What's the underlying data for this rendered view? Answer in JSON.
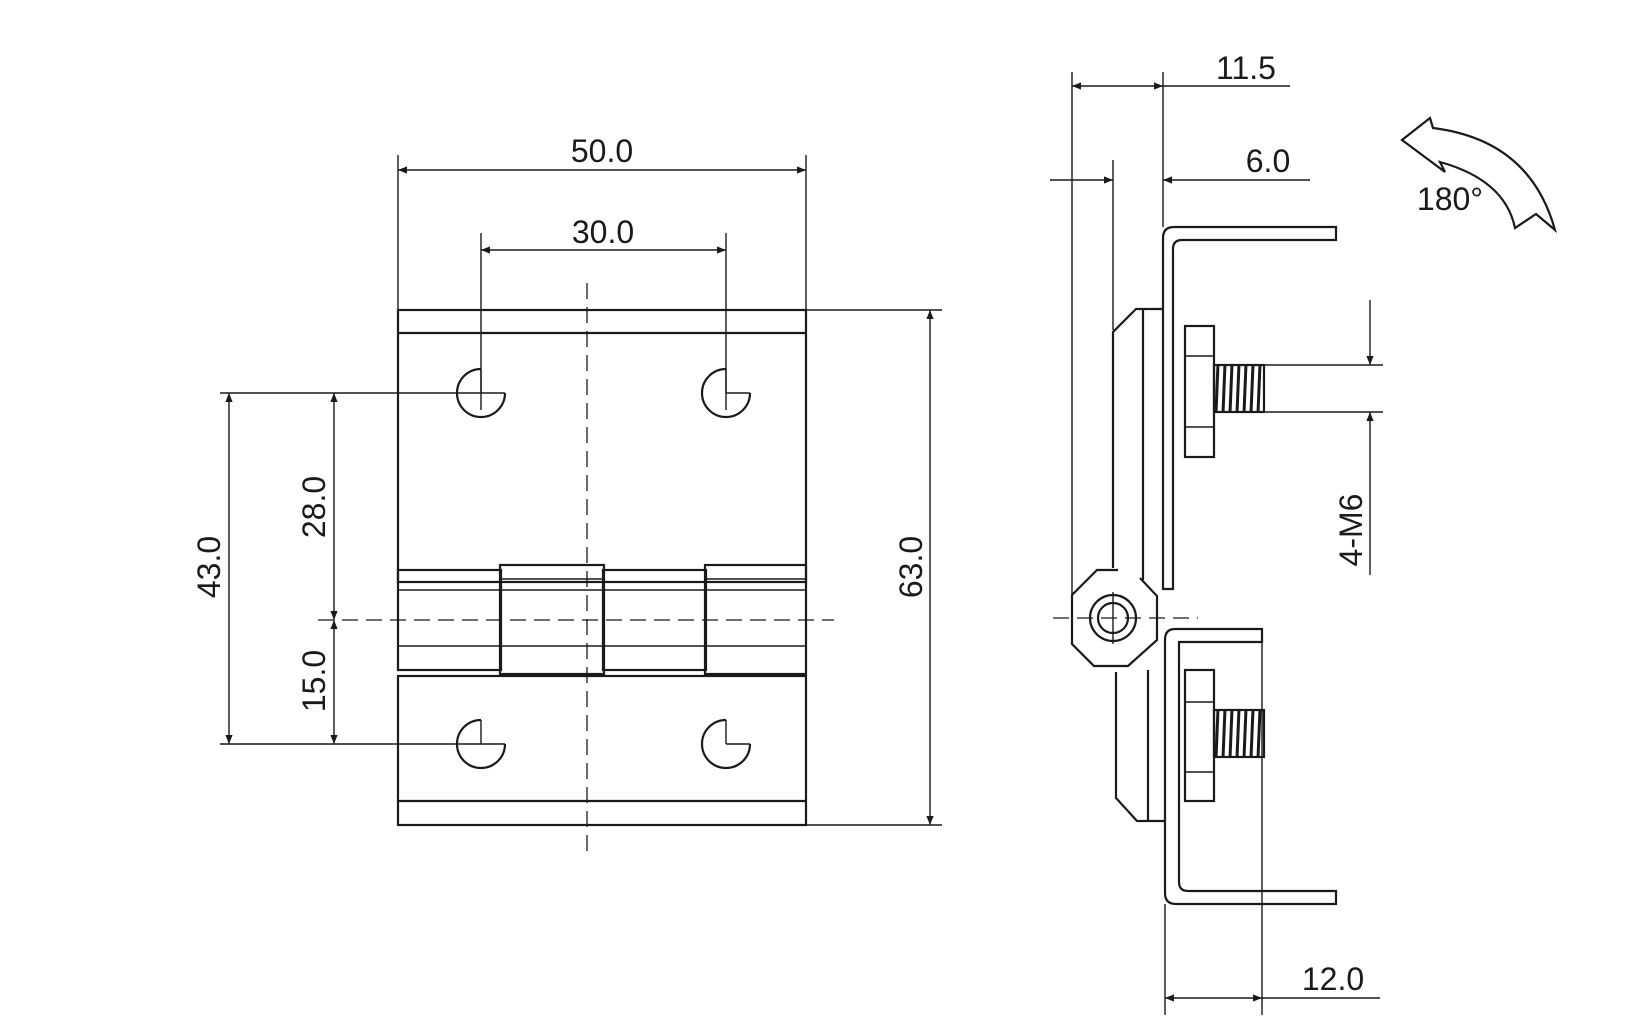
{
  "front_view": {
    "dim_width_total": "50.0",
    "dim_hole_spacing_x": "30.0",
    "dim_height_total": "63.0",
    "dim_upper_holes_to_axis_outer": "43.0",
    "dim_upper_holes_to_axis": "28.0",
    "dim_lower_holes_to_axis": "15.0"
  },
  "side_view": {
    "dim_offset_top": "11.5",
    "dim_offset_leaf": "6.0",
    "dim_thread": "4-M6",
    "dim_bottom_offset": "12.0",
    "rotation_label": "180°"
  }
}
